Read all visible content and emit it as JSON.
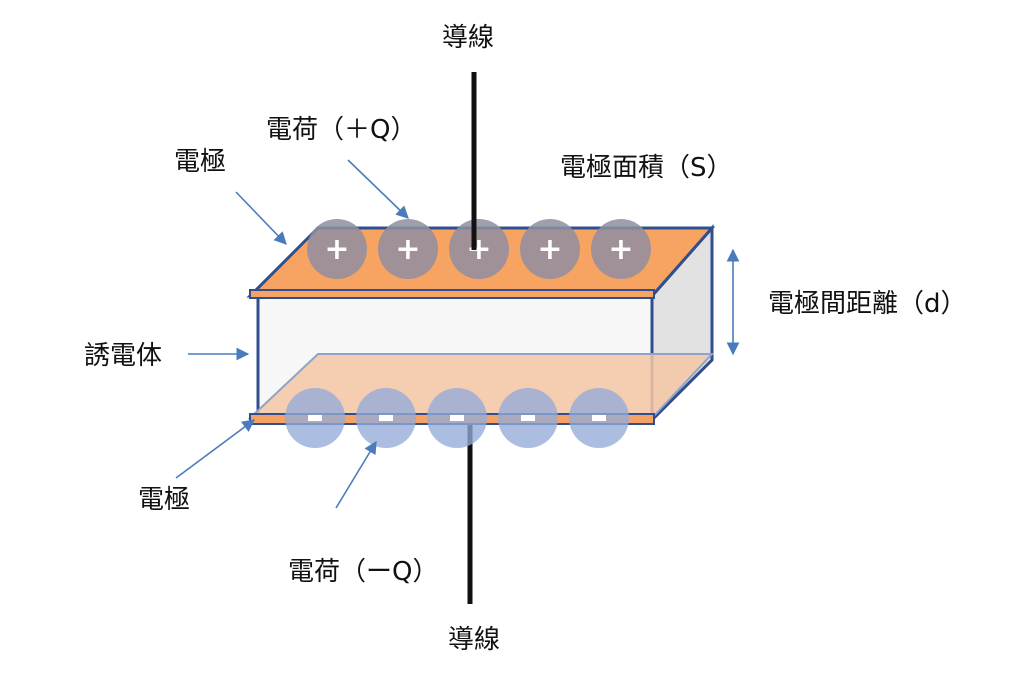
{
  "labels": {
    "wire_top": "導線",
    "wire_bottom": "導線",
    "charge_positive": "電荷（＋Q）",
    "electrode_top": "電極",
    "electrode_area": "電極面積（S）",
    "electrode_distance": "電極間距離（d）",
    "dielectric": "誘電体",
    "electrode_bottom": "電極",
    "charge_negative": "電荷（ーQ）"
  },
  "charges": {
    "positive_symbol": "+",
    "positive_count": 5,
    "negative_symbol": "−",
    "negative_count": 5
  },
  "colors": {
    "electrode_fill": "#f7a463",
    "electrode_stroke": "#2f4f8f",
    "bottom_plate_fill": "#f4c7a4",
    "dielectric_front": "#f7f7f7",
    "dielectric_side": "#e2e2e2",
    "charge_positive": "#8f8ea0",
    "charge_negative": "#93abd8",
    "arrow": "#4a7bbd",
    "wire": "#111111"
  }
}
